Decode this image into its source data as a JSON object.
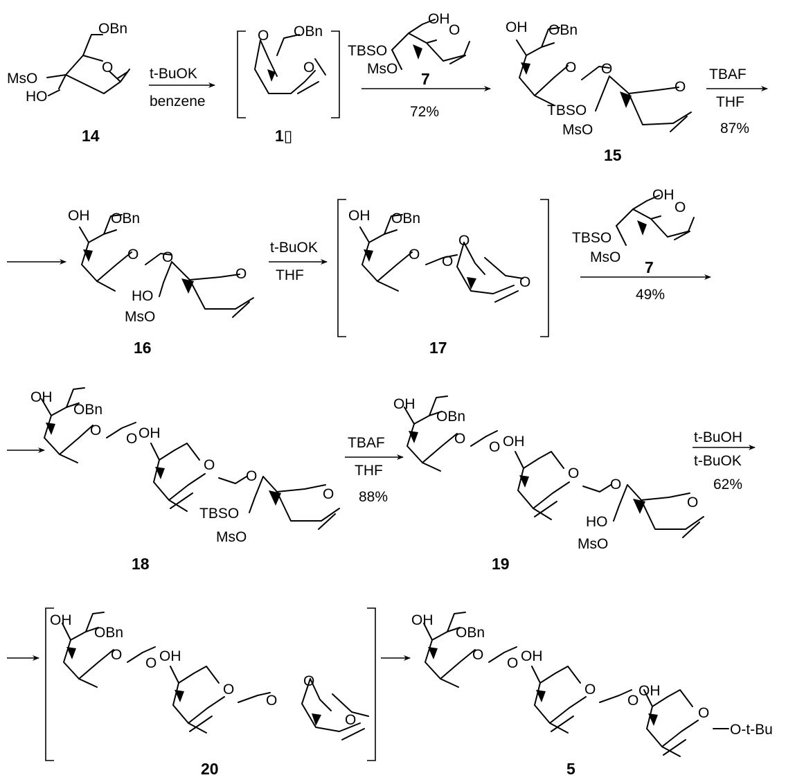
{
  "atoms": {
    "OH": "OH",
    "OBn": "OBn",
    "O": "O",
    "MsO": "MsO",
    "HO": "HO",
    "TBSO": "TBSO",
    "OtBu": "O-t-Bu"
  },
  "compounds": {
    "c14": "14",
    "c1x": "1▯",
    "c7": "7",
    "c15": "15",
    "c16": "16",
    "c17": "17",
    "c18": "18",
    "c19": "19",
    "c20": "20",
    "c5": "5"
  },
  "reagents": {
    "tBuOK": "t-BuOK",
    "benzene": "benzene",
    "TBAF": "TBAF",
    "THF": "THF",
    "tBuOH": "t-BuOH"
  },
  "yields": {
    "y72": "72%",
    "y87": "87%",
    "y49": "49%",
    "y88": "88%",
    "y62": "62%"
  }
}
